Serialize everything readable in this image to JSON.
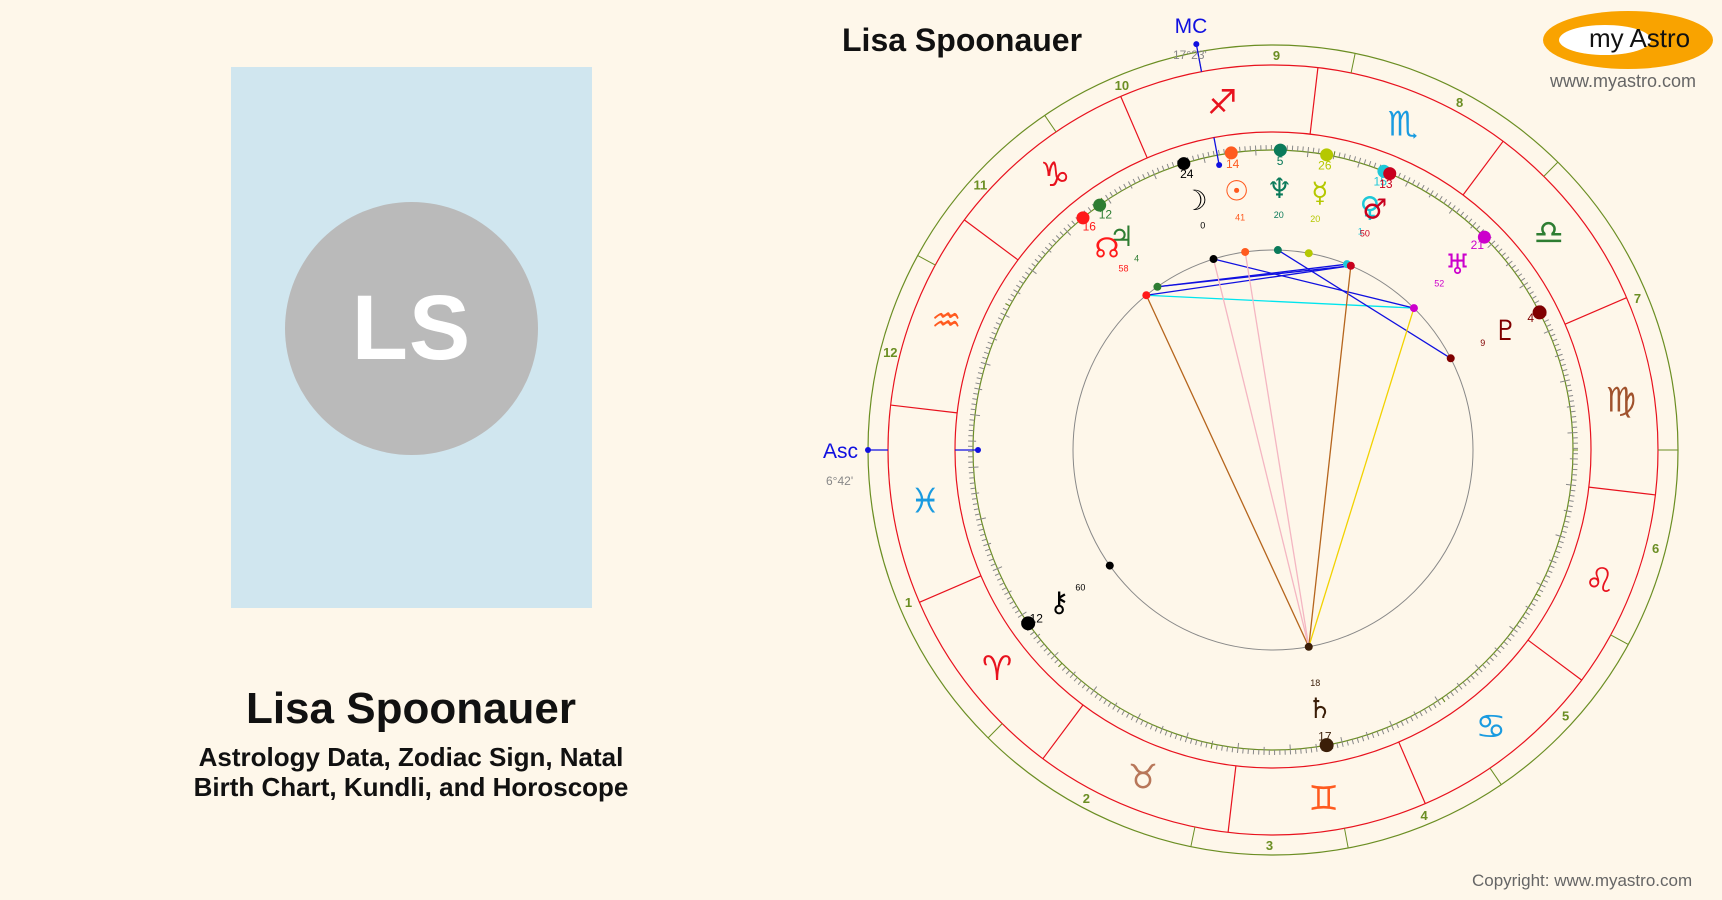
{
  "profile": {
    "initials": "LS",
    "name": "Lisa Spoonauer",
    "subtitle_line1": "Astrology Data, Zodiac Sign, Natal",
    "subtitle_line2": "Birth Chart, Kundli, and Horoscope"
  },
  "chart_header": {
    "title": "Lisa Spoonauer",
    "logo_text": "my Astro",
    "site": "www.myastro.com",
    "copyright": "Copyright: www.myastro.com"
  },
  "colors": {
    "background": "#fef7ea",
    "photo_bg": "#d0e6ef",
    "avatar_bg": "#bababa",
    "logo_orange": "#f9a300",
    "ring_green": "#6b8e23",
    "ring_red": "#e8121e",
    "angle_blue": "#1010e0"
  },
  "chart_data": {
    "type": "natal-wheel",
    "title": "Lisa Spoonauer",
    "angles": {
      "asc": {
        "label": "Asc",
        "degree": "6°42'",
        "sign": "Pisces"
      },
      "mc": {
        "label": "MC",
        "degree": "17°23'",
        "sign": "Sagittarius"
      }
    },
    "houses": [
      {
        "n": 1,
        "label": "1"
      },
      {
        "n": 2,
        "label": "2"
      },
      {
        "n": 3,
        "label": "3"
      },
      {
        "n": 4,
        "label": "4"
      },
      {
        "n": 5,
        "label": "5"
      },
      {
        "n": 6,
        "label": "6"
      },
      {
        "n": 7,
        "label": "7"
      },
      {
        "n": 8,
        "label": "8"
      },
      {
        "n": 9,
        "label": "9"
      },
      {
        "n": 10,
        "label": "10"
      },
      {
        "n": 11,
        "label": "11"
      },
      {
        "n": 12,
        "label": "12"
      }
    ],
    "signs": [
      {
        "name": "Aries",
        "glyph": "♈",
        "color": "#e8121e"
      },
      {
        "name": "Taurus",
        "glyph": "♉",
        "color": "#b8775a"
      },
      {
        "name": "Gemini",
        "glyph": "♊",
        "color": "#ff5a1f"
      },
      {
        "name": "Cancer",
        "glyph": "♋",
        "color": "#1a9be0"
      },
      {
        "name": "Leo",
        "glyph": "♌",
        "color": "#e8121e"
      },
      {
        "name": "Virgo",
        "glyph": "♍",
        "color": "#a0522d"
      },
      {
        "name": "Libra",
        "glyph": "♎",
        "color": "#2e7d32"
      },
      {
        "name": "Scorpio",
        "glyph": "♏",
        "color": "#1a9be0"
      },
      {
        "name": "Sagittarius",
        "glyph": "♐",
        "color": "#e8121e"
      },
      {
        "name": "Capricorn",
        "glyph": "♑",
        "color": "#e8121e"
      },
      {
        "name": "Aquarius",
        "glyph": "♒",
        "color": "#ff5a1f"
      },
      {
        "name": "Pisces",
        "glyph": "♓",
        "color": "#1a9be0"
      }
    ],
    "planets": [
      {
        "name": "Moon",
        "glyph": "☽",
        "deg": "24",
        "min": "0",
        "color": "#000000"
      },
      {
        "name": "Sun",
        "glyph": "☉",
        "deg": "14",
        "min": "41",
        "color": "#ff5a1f"
      },
      {
        "name": "Neptune",
        "glyph": "♆",
        "deg": "5",
        "min": "20",
        "color": "#0a7a5a"
      },
      {
        "name": "Mercury",
        "glyph": "☿",
        "deg": "26",
        "min": "20",
        "color": "#b5c800"
      },
      {
        "name": "Venus",
        "glyph": "♀",
        "deg": "15",
        "min": "1",
        "color": "#1ec8d8"
      },
      {
        "name": "Mars",
        "glyph": "♂",
        "deg": "13",
        "min": "50",
        "color": "#c8001e"
      },
      {
        "name": "Uranus",
        "glyph": "♅",
        "deg": "21",
        "min": "52",
        "color": "#cc00cc"
      },
      {
        "name": "Pluto",
        "glyph": "♇",
        "deg": "4",
        "min": "9",
        "color": "#800000"
      },
      {
        "name": "Saturn",
        "glyph": "♄",
        "deg": "17",
        "min": "18",
        "color": "#3b1e08"
      },
      {
        "name": "Chiron",
        "glyph": "⚷",
        "deg": "12",
        "min": "60",
        "color": "#000000"
      },
      {
        "name": "Jupiter",
        "glyph": "♃",
        "deg": "12",
        "min": "4",
        "color": "#2e7d32"
      },
      {
        "name": "North Node",
        "glyph": "☊",
        "deg": "16",
        "min": "58",
        "color": "#ff1a1a"
      }
    ]
  }
}
